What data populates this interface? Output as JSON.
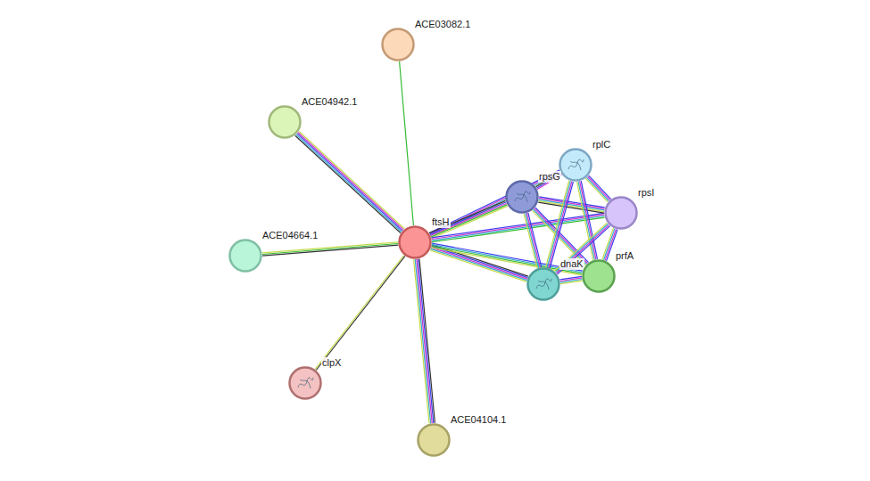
{
  "diagram": {
    "nodes": [
      {
        "text": [
          "ACE03082.1"
        ]
      },
      {
        "text": [
          "ACE04942.1"
        ]
      },
      {
        "text": [
          "rplC"
        ]
      },
      {
        "text": [
          "rpsG"
        ]
      },
      {
        "text": [
          "rpsI"
        ]
      },
      {
        "text": [
          "ftsH"
        ]
      },
      {
        "text": [
          "ACE04664.1"
        ]
      },
      {
        "text": [
          "dnaK"
        ]
      },
      {
        "text": [
          "prfA"
        ]
      },
      {
        "text": [
          "clpX"
        ]
      },
      {
        "text": [
          "ACE04104.1"
        ]
      }
    ],
    "edges": [
      {
        "from": 5,
        "to": 0,
        "arrow": "none"
      },
      {
        "from": 5,
        "to": 1,
        "arrow": "none"
      },
      {
        "from": 5,
        "to": 2,
        "arrow": "none"
      },
      {
        "from": 5,
        "to": 3,
        "arrow": "none"
      },
      {
        "from": 5,
        "to": 4,
        "arrow": "none"
      },
      {
        "from": 5,
        "to": 6,
        "arrow": "none"
      },
      {
        "from": 5,
        "to": 7,
        "arrow": "none"
      },
      {
        "from": 5,
        "to": 8,
        "arrow": "none"
      },
      {
        "from": 5,
        "to": 9,
        "arrow": "none"
      },
      {
        "from": 5,
        "to": 10,
        "arrow": "none"
      },
      {
        "from": 3,
        "to": 2,
        "arrow": "none"
      },
      {
        "from": 3,
        "to": 4,
        "arrow": "none"
      },
      {
        "from": 3,
        "to": 7,
        "arrow": "none"
      },
      {
        "from": 3,
        "to": 8,
        "arrow": "none"
      },
      {
        "from": 2,
        "to": 4,
        "arrow": "none"
      },
      {
        "from": 2,
        "to": 7,
        "arrow": "none"
      },
      {
        "from": 2,
        "to": 8,
        "arrow": "none"
      },
      {
        "from": 4,
        "to": 7,
        "arrow": "none"
      },
      {
        "from": 4,
        "to": 8,
        "arrow": "none"
      },
      {
        "from": 7,
        "to": 8,
        "arrow": "none"
      }
    ]
  }
}
